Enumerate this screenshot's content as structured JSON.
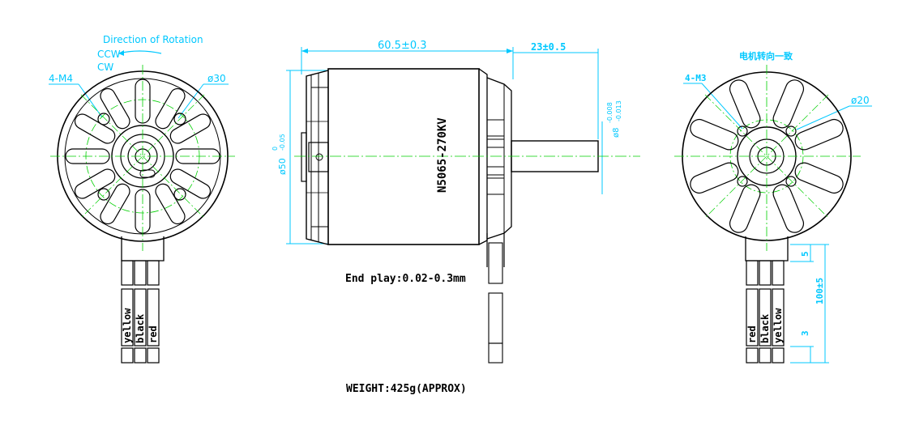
{
  "drawing": {
    "front_view": {
      "rotation_label": "Direction of Rotation",
      "ccw_label": "CCW",
      "cw_label": "CW",
      "mount_thread_label": "4-M4",
      "bolt_circle_label": "ø30",
      "wire_labels": [
        "yellow",
        "black",
        "red"
      ]
    },
    "side_view": {
      "length_dim": "60.5±0.3",
      "shaft_length_dim": "23±0.5",
      "diameter_dim": "ø50",
      "diameter_tol_upper": "0",
      "diameter_tol_lower": "-0.05",
      "shaft_diameter_dim": "ø8",
      "shaft_tol_upper": "-0.008",
      "shaft_tol_lower": "-0.013",
      "model_label": "N5065-270KV",
      "end_play_label": "End play:0.02-0.3mm"
    },
    "rear_view": {
      "direction_note": "电机转向一致",
      "mount_thread_label": "4-M3",
      "bolt_circle_label": "ø20",
      "wire_labels": [
        "red",
        "black",
        "yellow"
      ],
      "dim_5": "5",
      "dim_100": "100±5",
      "dim_3": "3"
    },
    "weight_label": "WEIGHT:425g(APPROX)"
  },
  "colors": {
    "outline": "#000000",
    "dimension": "#00c8ff",
    "centerline": "#00d000"
  }
}
